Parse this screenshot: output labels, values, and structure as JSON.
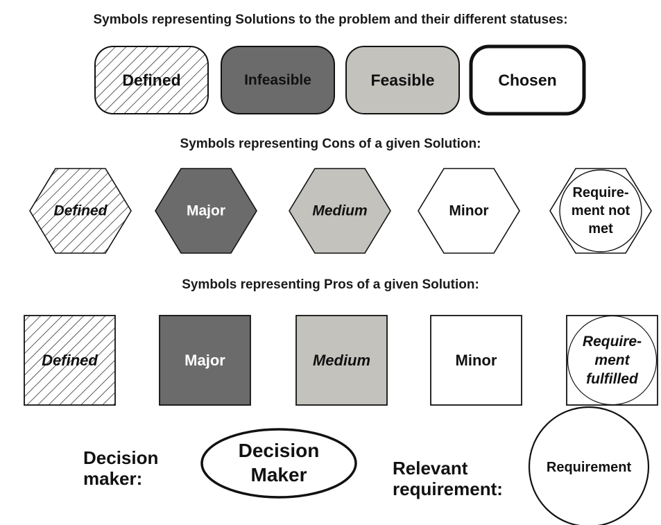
{
  "headings": {
    "solutions": "Symbols representing Solutions to the problem and their different statuses:",
    "cons": "Symbols representing Cons of a given Solution:",
    "pros": "Symbols representing Pros of a given Solution:"
  },
  "solutions": [
    {
      "label": "Defined",
      "style": "hatched"
    },
    {
      "label": "Infeasible",
      "style": "dark"
    },
    {
      "label": "Feasible",
      "style": "light"
    },
    {
      "label": "Chosen",
      "style": "white-thick"
    }
  ],
  "cons": [
    {
      "lines": [
        "Defined"
      ],
      "style": "hatched",
      "italic": true
    },
    {
      "lines": [
        "Major"
      ],
      "style": "dark",
      "italic": false
    },
    {
      "lines": [
        "Medium"
      ],
      "style": "light",
      "italic": true
    },
    {
      "lines": [
        "Minor"
      ],
      "style": "white",
      "italic": false
    },
    {
      "lines": [
        "Require-",
        "ment not",
        "met"
      ],
      "style": "white-circle",
      "italic": false
    }
  ],
  "pros": [
    {
      "lines": [
        "Defined"
      ],
      "style": "hatched",
      "italic": true
    },
    {
      "lines": [
        "Major"
      ],
      "style": "dark",
      "italic": false
    },
    {
      "lines": [
        "Medium"
      ],
      "style": "light",
      "italic": true
    },
    {
      "lines": [
        "Minor"
      ],
      "style": "white",
      "italic": false
    },
    {
      "lines": [
        "Require-",
        "ment",
        "fulfilled"
      ],
      "style": "white-circle",
      "italic": true
    }
  ],
  "decision_maker": {
    "label_lines": [
      "Decision",
      "maker:"
    ],
    "symbol_lines": [
      "Decision",
      "Maker"
    ]
  },
  "requirement": {
    "label_lines": [
      "Relevant",
      "requirement:"
    ],
    "symbol_text": "Requirement"
  },
  "colors": {
    "dark_fill": "#6b6b6b",
    "light_fill": "#c4c2bd",
    "white_fill": "#ffffff",
    "stroke": "#111111",
    "hatch": "#333333"
  }
}
